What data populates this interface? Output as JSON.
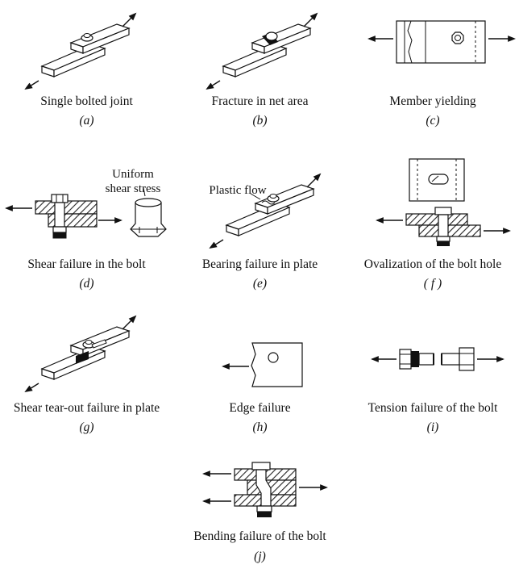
{
  "panels": [
    {
      "id": "a",
      "caption": "Single bolted joint",
      "label": "(a)"
    },
    {
      "id": "b",
      "caption": "Fracture in net area",
      "label": "(b)"
    },
    {
      "id": "c",
      "caption": "Member yielding",
      "label": "(c)"
    },
    {
      "id": "d",
      "caption": "Shear failure in the bolt",
      "label": "(d)",
      "note": [
        "Uniform",
        "shear stress"
      ]
    },
    {
      "id": "e",
      "caption": "Bearing failure in plate",
      "label": "(e)",
      "note": [
        "Plastic flow"
      ]
    },
    {
      "id": "f",
      "caption": "Ovalization of the bolt hole",
      "label": "( f )"
    },
    {
      "id": "g",
      "caption": "Shear tear-out failure in plate",
      "label": "(g)"
    },
    {
      "id": "h",
      "caption": "Edge failure",
      "label": "(h)"
    },
    {
      "id": "i",
      "caption": "Tension failure of the bolt",
      "label": "(i)"
    },
    {
      "id": "j",
      "caption": "Bending failure of the bolt",
      "label": "(j)"
    }
  ]
}
